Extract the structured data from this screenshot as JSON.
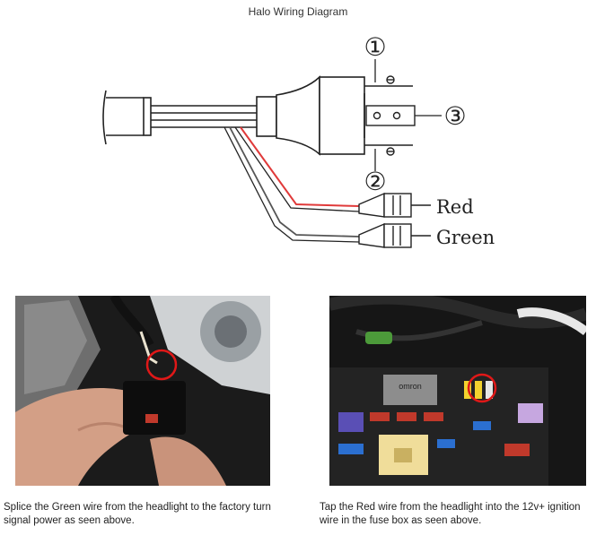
{
  "title": "Halo Wiring Diagram",
  "diagram": {
    "pin_labels": [
      "①",
      "②",
      "③"
    ],
    "wire_labels": {
      "red": "Red",
      "green": "Green"
    },
    "colors": {
      "red_wire": "#e03a3a",
      "green_wire": "#555555",
      "line": "#222222"
    }
  },
  "photos": {
    "left": {
      "annotation": "red circle around splice point"
    },
    "right": {
      "annotation": "red circle around fuse",
      "relay_text": "omron"
    }
  },
  "captions": {
    "left": "Splice the Green wire from the headlight to the factory turn signal power as seen above.",
    "right": "Tap the Red wire from the headlight into the 12v+ ignition wire in the fuse box as seen above."
  }
}
